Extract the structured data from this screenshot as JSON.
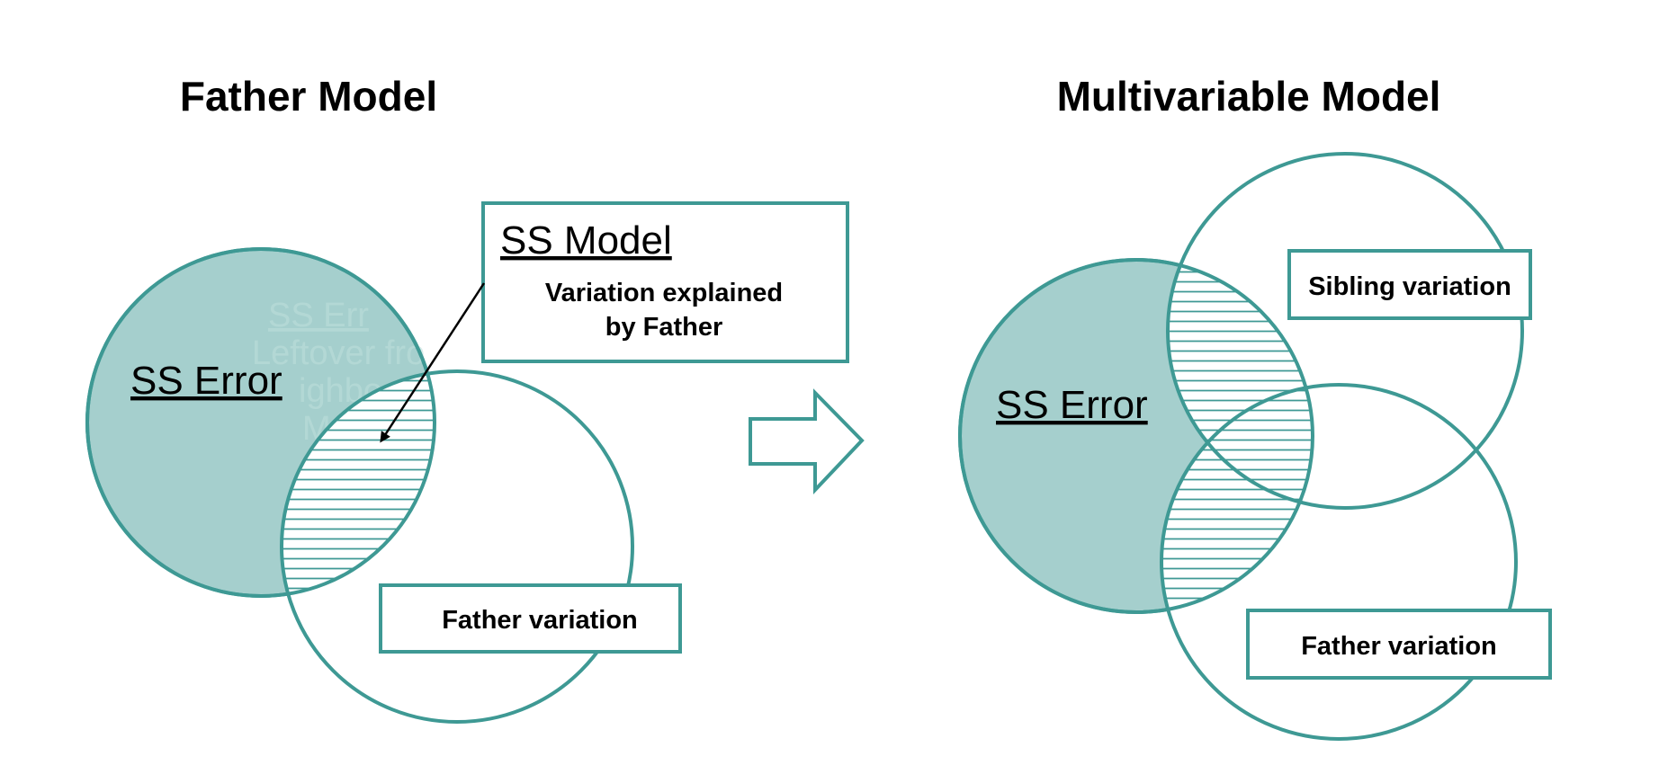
{
  "colors": {
    "teal_fill": "#a5cfcd",
    "teal_stroke": "#3e9994",
    "hatch_line": "#3e9994",
    "text": "#000000",
    "background": "#ffffff"
  },
  "left_panel": {
    "title": "Father Model",
    "ss_error_label": "SS Error",
    "callout": {
      "heading": "SS Model",
      "line1": "Variation explained",
      "line2": "by Father"
    },
    "father_label": "Father variation",
    "ghost_text": {
      "line1": "SS Err",
      "line2": "Leftover fro",
      "line3": "ighbo",
      "line4": "M"
    }
  },
  "arrow": {
    "icon": "right-arrow-icon"
  },
  "right_panel": {
    "title": "Multivariable Model",
    "ss_error_label": "SS Error",
    "sibling_label": "Sibling variation",
    "father_label": "Father variation"
  }
}
